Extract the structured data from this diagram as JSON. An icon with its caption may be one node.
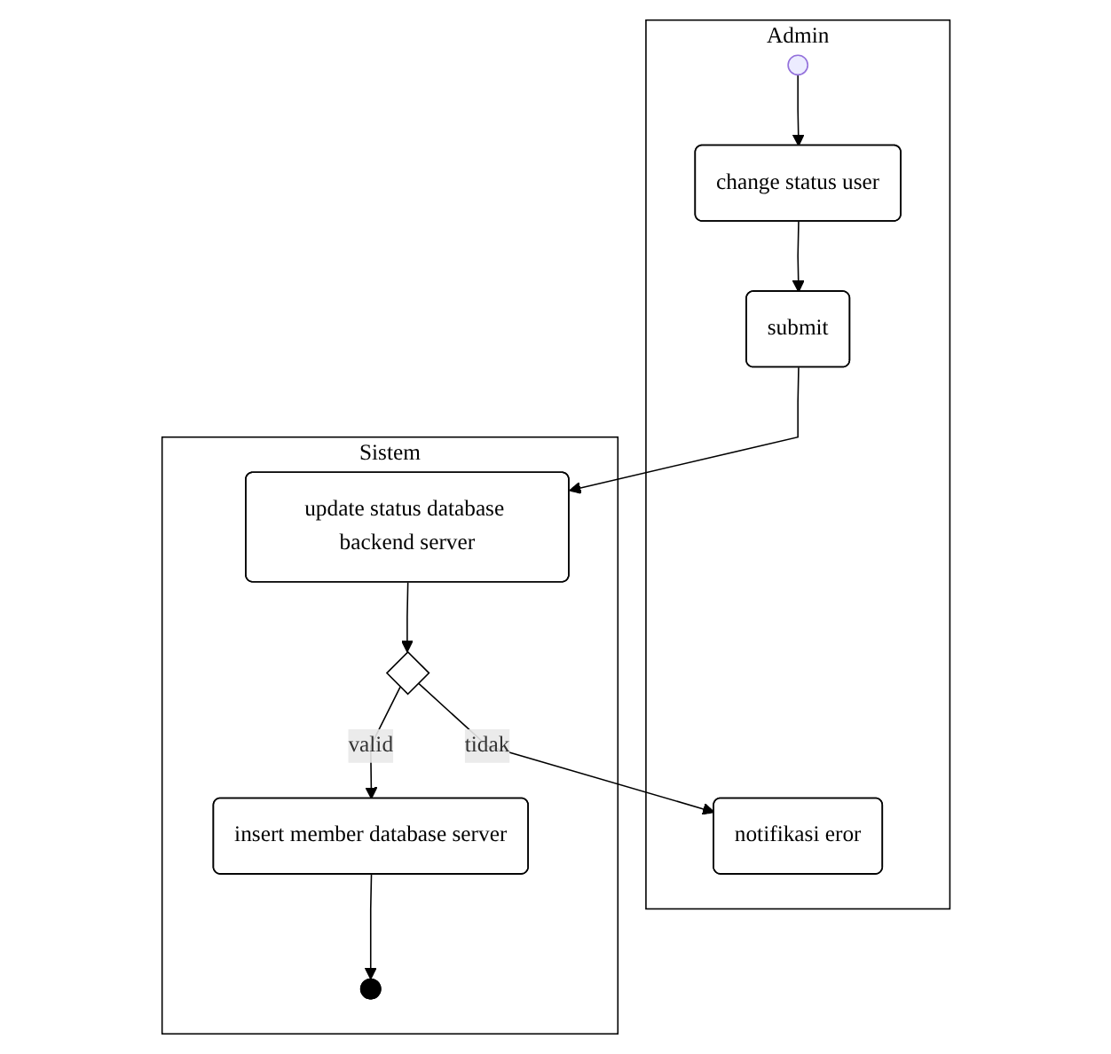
{
  "diagram": {
    "nodes": [
      {
        "text": [
          "Admin"
        ]
      },
      {
        "text": [
          "Sistem"
        ]
      },
      {
        "text": [],
        "shape": "circle",
        "in": 0
      },
      {
        "text": [
          "change status user"
        ],
        "in": 0
      },
      {
        "text": [
          "submit"
        ],
        "in": 0
      },
      {
        "text": [
          "notifikasi eror"
        ],
        "in": 0
      },
      {
        "text": [
          "update status database backend server"
        ],
        "in": 1
      },
      {
        "text": [],
        "shape": "diamond",
        "in": 1
      },
      {
        "text": [
          "insert member database server"
        ],
        "in": 1
      },
      {
        "text": [],
        "shape": "bullseye",
        "in": 1
      }
    ],
    "edges": [
      {
        "from": 2,
        "to": 3,
        "arrow": "to"
      },
      {
        "from": 3,
        "to": 4,
        "arrow": "to"
      },
      {
        "from": 4,
        "to": 6,
        "arrow": "to"
      },
      {
        "from": 6,
        "to": 7,
        "arrow": "to"
      },
      {
        "from": 7,
        "to": 5,
        "arrow": "to",
        "label": "tidak"
      },
      {
        "from": 7,
        "to": 8,
        "arrow": "to",
        "label": "valid"
      },
      {
        "from": 8,
        "to": 9,
        "arrow": "to"
      }
    ]
  }
}
